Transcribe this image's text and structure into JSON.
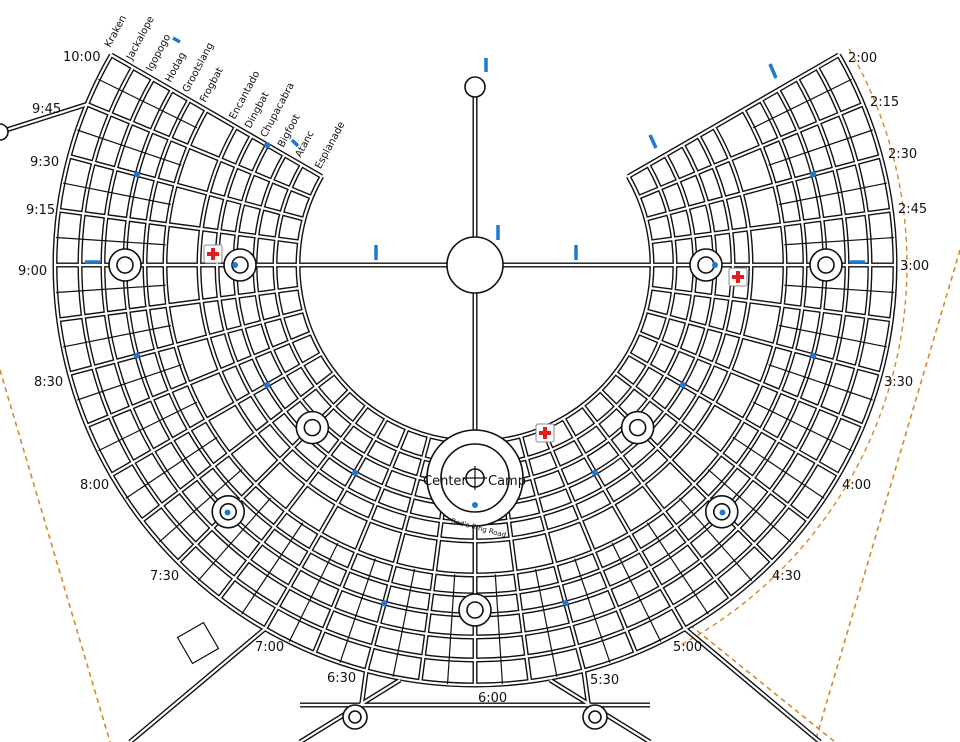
{
  "map": {
    "streets": [
      "Esplanade",
      "Atanc",
      "Bigfoot",
      "Chupacabra",
      "Dingbat",
      "Encantado",
      "Frogbat",
      "Grootslang",
      "Hodag",
      "Igopogo",
      "Jackalope",
      "Kraken"
    ],
    "times": [
      "10:00",
      "9:45",
      "9:30",
      "9:15",
      "9:00",
      "8:30",
      "8:00",
      "7:30",
      "7:00",
      "6:30",
      "6:00",
      "5:30",
      "5:00",
      "4:30",
      "4:00",
      "3:30",
      "3:00",
      "2:45",
      "2:30",
      "2:15",
      "2:00"
    ],
    "center_camp": {
      "left": "Center",
      "right": "Camp",
      "ring_road": "Rod's Ring Road"
    },
    "colors": {
      "road": "#111111",
      "accent_blue": "#1f78d1",
      "medical_red": "#e02020",
      "boundary_orange": "#d4892a"
    }
  }
}
